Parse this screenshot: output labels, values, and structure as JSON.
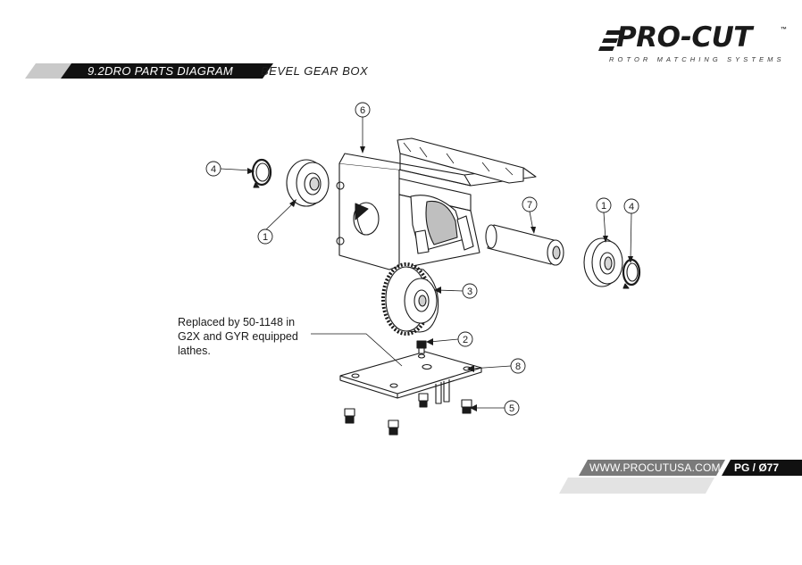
{
  "brand": {
    "name": "PRO-CUT",
    "trademark": "™",
    "tagline": "ROTOR MATCHING SYSTEMS",
    "logo_icon": "speed-lines-icon"
  },
  "header": {
    "section": "9.2DRO PARTS DIAGRAM",
    "title": "BEVEL GEAR BOX"
  },
  "callouts": [
    {
      "label": "6"
    },
    {
      "label": "4"
    },
    {
      "label": "1"
    },
    {
      "label": "7"
    },
    {
      "label": "1"
    },
    {
      "label": "4"
    },
    {
      "label": "3"
    },
    {
      "label": "2"
    },
    {
      "label": "8"
    },
    {
      "label": "5"
    }
  ],
  "note": {
    "lines": [
      "Replaced by 50-1148 in",
      "G2X and GYR equipped",
      "lathes."
    ]
  },
  "footer": {
    "url": "WWW.PROCUTUSA.COM",
    "page": "PG / Ø77"
  },
  "colors": {
    "ink": "#1a1a1a",
    "header_black": "#111111",
    "header_gray": "#c9c9c9",
    "url_gray": "#7a7a7a",
    "light_gray": "#e3e3e3"
  }
}
